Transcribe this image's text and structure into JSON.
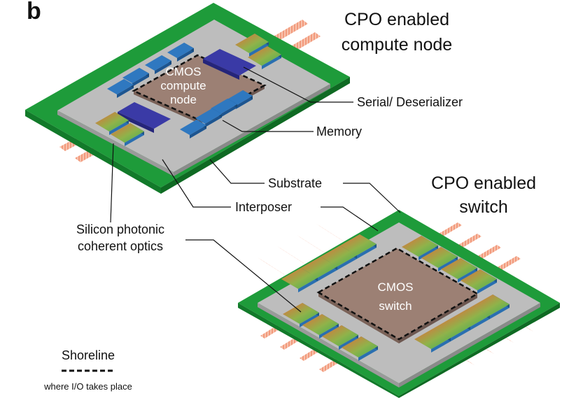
{
  "panel_letter": "b",
  "labels": {
    "compute_title_line1": "CPO enabled",
    "compute_title_line2": "compute node",
    "switch_title_line1": "CPO enabled",
    "switch_title_line2": "switch",
    "cmos_compute_line1": "CMOS",
    "cmos_compute_line2": "compute",
    "cmos_compute_line3": "node",
    "cmos_switch_line1": "CMOS",
    "cmos_switch_line2": "switch",
    "serdes": "Serial/ Deserializer",
    "memory": "Memory",
    "substrate": "Substrate",
    "interposer": "Interposer",
    "photonic_line1": "Silicon photonic",
    "photonic_line2": "coherent optics"
  },
  "legend": {
    "shoreline": "Shoreline",
    "shoreline_desc": "where I/O takes place"
  },
  "colors": {
    "substrate": "#1e9b3a",
    "interposer": "#bdbdbd",
    "cmos": "#9c8074",
    "memory": "#2f78c0",
    "serdes": "#3a3aa6",
    "fiber": "#f4a487",
    "optic_top": "#e0703c",
    "optic_bottom": "#3fae55"
  }
}
